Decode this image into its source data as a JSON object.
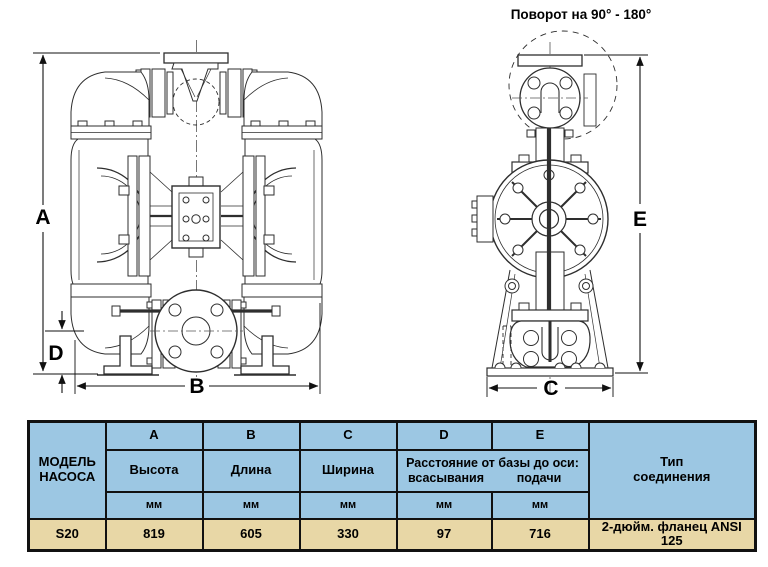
{
  "drawing": {
    "rotation_note": "Поворот на 90° - 180°",
    "labels": {
      "a": "A",
      "b": "B",
      "c": "C",
      "d": "D",
      "e": "E"
    }
  },
  "table": {
    "model_header_line1": "МОДЕЛЬ",
    "model_header_line2": "НАСОСА",
    "letters": [
      "A",
      "B",
      "C",
      "D",
      "E"
    ],
    "measure_names": [
      "Высота",
      "Длина",
      "Ширина"
    ],
    "de_title": "Расстояние от базы до оси:",
    "de_sub_left": "всасывания",
    "de_sub_right": "подачи",
    "unit_a": "мм",
    "unit_b": "мм",
    "unit_c": "мм",
    "unit_d": "мм",
    "unit_e": "мм",
    "type_header_line1": "Тип",
    "type_header_line2": "соединения",
    "row": {
      "model": "S20",
      "a": "819",
      "b": "605",
      "c": "330",
      "d": "97",
      "e": "716",
      "connection": "2-дюйм. фланец ANSI 125"
    }
  },
  "colors": {
    "header_bg": "#9cc7e3",
    "row_bg": "#e8d7a6",
    "line": "#1a1a1a"
  }
}
